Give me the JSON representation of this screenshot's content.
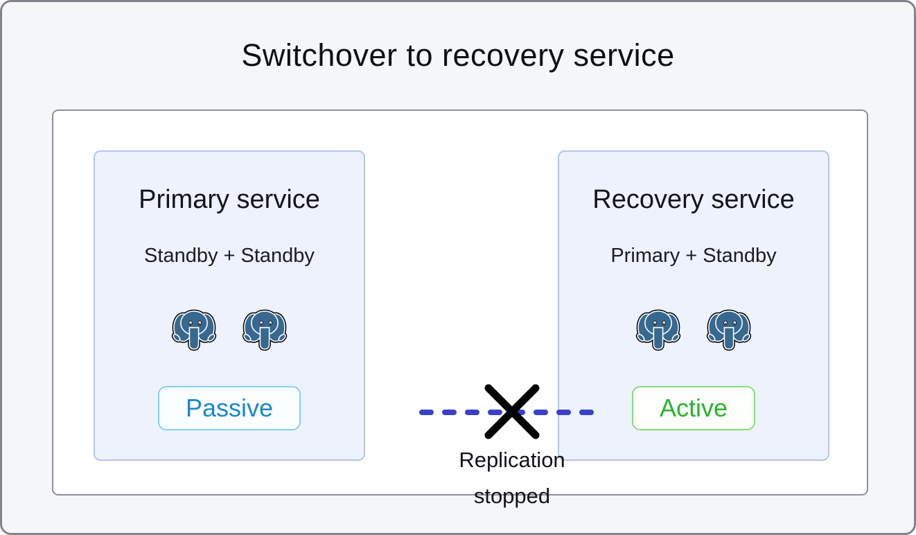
{
  "title": "Switchover to recovery service",
  "connector": {
    "label_line1": "Replication",
    "label_line2": "stopped",
    "line_color": "#3a41c6",
    "cross_color": "#000000"
  },
  "cards": [
    {
      "title": "Primary service",
      "subtitle": "Standby + Standby",
      "badge": "Passive",
      "badge_text_color": "#1b87cb",
      "badge_border_color": "#82d2f2",
      "badge_bg_color": "#fbfeff",
      "icons": [
        "postgresql-icon",
        "postgresql-icon"
      ]
    },
    {
      "title": "Recovery service",
      "subtitle": "Primary + Standby",
      "badge": "Active",
      "badge_text_color": "#2bb32b",
      "badge_border_color": "#87dd7d",
      "badge_bg_color": "#fcfffc",
      "icons": [
        "postgresql-icon",
        "postgresql-icon"
      ]
    }
  ],
  "icon_colors": {
    "postgres_blue": "#38688f"
  }
}
